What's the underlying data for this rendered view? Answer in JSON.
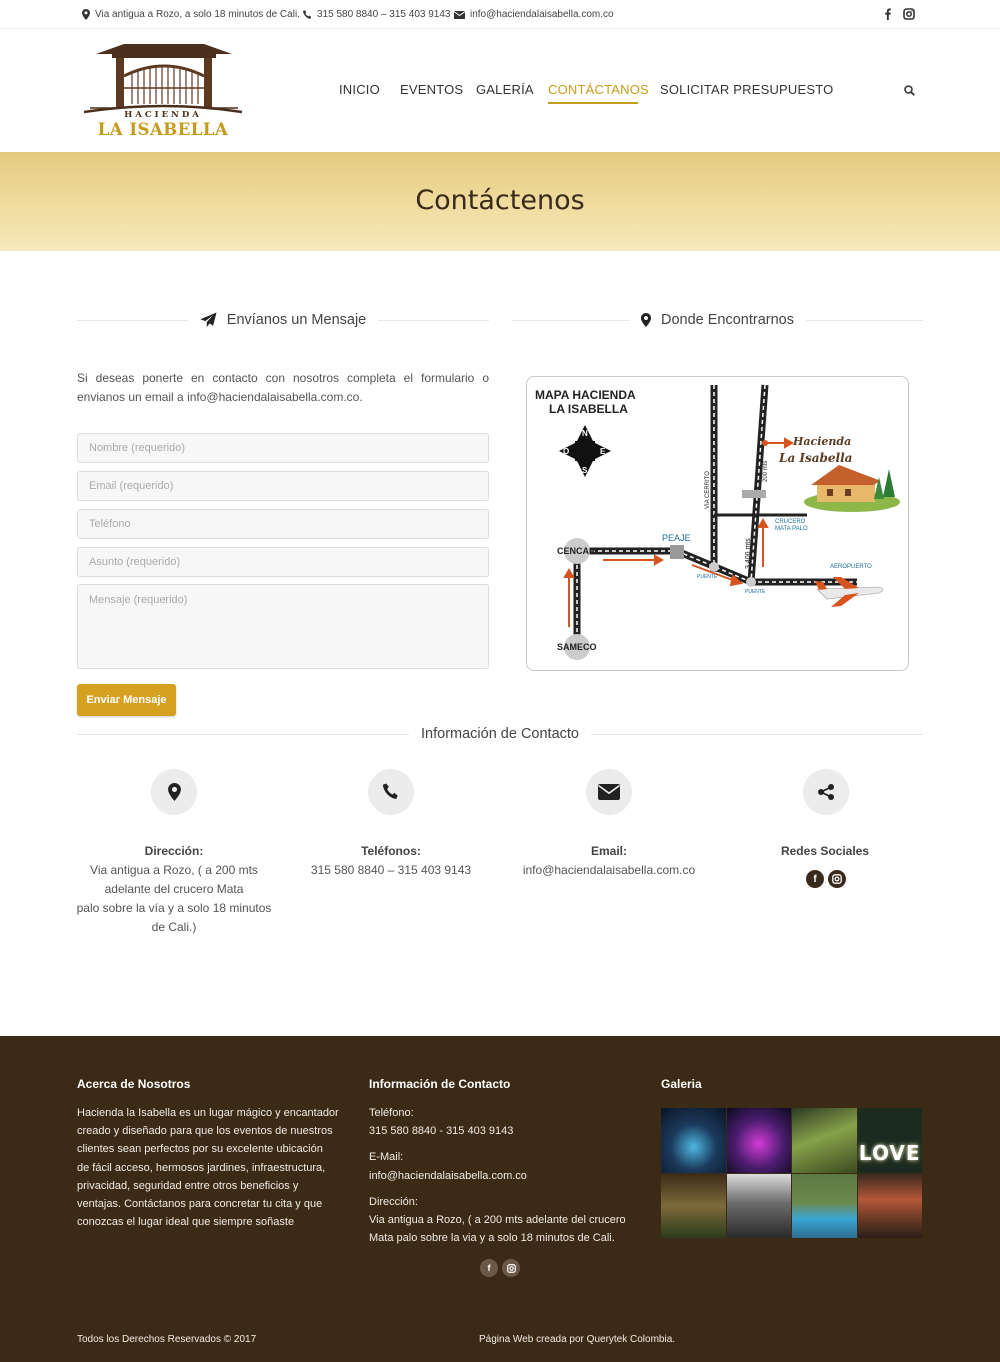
{
  "topbar": {
    "address": "Via antigua a Rozo, a solo 18 minutos de Cali.",
    "phones": "315 580 8840 – 315 403 9143",
    "email": "info@haciendalaisabella.com.co"
  },
  "logo": {
    "line1": "HACIENDA",
    "line2": "LA ISABELLA"
  },
  "nav": {
    "items": [
      {
        "label": "INICIO"
      },
      {
        "label": "EVENTOS"
      },
      {
        "label": "GALERÍA"
      },
      {
        "label": "CONTÁCTANOS"
      },
      {
        "label": "SOLICITAR PRESUPUESTO"
      }
    ],
    "active": "CONTÁCTANOS"
  },
  "page_title": "Contáctenos",
  "form_section": {
    "heading": "Envíanos un Mensaje",
    "intro": "Si deseas ponerte en contacto con nosotros completa el formulario o envianos un email a info@haciendalaisabella.com.co.",
    "fields": {
      "name_placeholder": "Nombre (requerido)",
      "email_placeholder": "Email (requerido)",
      "phone_placeholder": "Teléfono",
      "subject_placeholder": "Asunto (requerido)",
      "message_placeholder": "Mensaje (requerido)"
    },
    "submit_label": "Enviar Mensaje"
  },
  "map_section": {
    "heading": "Donde Encontrarnos",
    "map": {
      "title1": "MAPA HACIENDA",
      "title2": "LA ISABELLA",
      "compass": [
        "N",
        "S",
        "E",
        "O"
      ],
      "hacienda1": "Hacienda",
      "hacienda2": "La Isabella",
      "cencar": "CENCAR",
      "sameco": "SAMECO",
      "peaje": "PEAJE",
      "via_cerrito": "VIA CERRITO",
      "crucero1": "CRUCERO",
      "crucero2": "MATA PALO",
      "aeropuerto": "AEROPUERTO",
      "puente": "PUENTE",
      "dist200": "200 mts",
      "dist3400": "3.400 mts"
    }
  },
  "contact_info": {
    "heading": "Información de Contacto",
    "address_title": "Dirección:",
    "address_lines": [
      "Via antigua a Rozo, ( a 200 mts",
      "adelante del crucero Mata",
      "palo sobre la vía y a solo 18 minutos",
      "de Cali.)"
    ],
    "phones_title": "Teléfonos:",
    "phones": "315 580 8840 – 315 403 9143",
    "email_title": "Email:",
    "email": "info@haciendalaisabella.com.co",
    "social_title": "Redes Sociales"
  },
  "footer": {
    "about_heading": "Acerca de Nosotros",
    "about_lines": [
      "Hacienda la Isabella es un lugar mágico y encantador",
      "creado y diseñado para que los eventos de nuestros",
      "clientes sean perfectos por su excelente ubicación",
      "de fácil acceso, hermosos jardines, infraestructura,",
      "privacidad, seguridad entre otros beneficios y",
      "ventajas. Contáctanos para concretar tu cita y que",
      "conozcas el lugar ideal que siempre soñaste"
    ],
    "contact_heading": "Información de Contacto",
    "phone_label": "Teléfono:",
    "phone_value": "315 580 8840 - 315 403 9143",
    "email_label": "E-Mail:",
    "email_value": "info@haciendalaisabella.com.co",
    "address_label": "Dirección:",
    "address_lines": [
      "Via antigua a Rozo, ( a 200 mts adelante del crucero",
      "Mata palo sobre la via y a solo 18 minutos de Cali."
    ],
    "gallery_heading": "Galeria",
    "gallery_love": "LOVE",
    "copyright": "Todos los Derechos Reservados © 2017",
    "credit": "Página Web creada por Querytek Colombia."
  },
  "colors": {
    "accent": "#c59c1e",
    "button": "#d6a021",
    "footer_bg": "#3b2a16",
    "title_band": "#f0dc9f"
  }
}
